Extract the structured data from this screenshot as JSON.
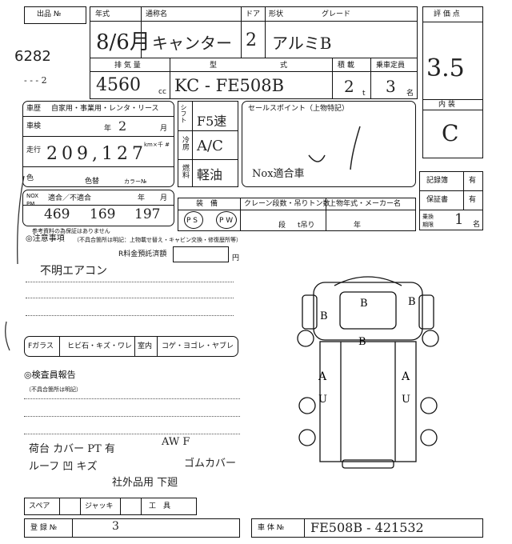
{
  "header": {
    "lot_label": "出品 №",
    "lot_number": "6282",
    "corner_note": "- - - 2",
    "year_label": "年式",
    "year_value": "8/6月",
    "name_label": "通称名",
    "name_value": "キャンター",
    "door_label": "ドア",
    "door_value": "2",
    "shape_label": "形状",
    "shape_value": "アルミB",
    "grade_label": "グレード",
    "displacement_label": "排 気 量",
    "displacement_value": "4560",
    "cc_unit": "cc",
    "model_label": "型",
    "formula_label": "式",
    "model_value": "KC - FE508B",
    "load_label": "積  載",
    "load_value": "2",
    "ton_unit": "t",
    "capacity_label": "乗車定員",
    "capacity_value": "3",
    "persons_unit": "名"
  },
  "rating": {
    "score_label": "評 価 点",
    "score_value": "3.5",
    "interior_label": "内  装",
    "interior_value": "C"
  },
  "vehicle": {
    "usage_label": "車歴",
    "usage_options": "自家用・事業用・レンタ・リース",
    "inspection_label": "車検",
    "inspection_year_unit": "年",
    "inspection_month_unit": "月",
    "inspection_value": "2",
    "mileage_label": "走行",
    "mileage_value": "209,127",
    "mileage_unit": "km",
    "mileage_option": "×千 #",
    "color_label": "色",
    "color_no_label": "色替",
    "color_code_label": "カラー№",
    "shift_label": "シフト",
    "shift_value": "F5速",
    "aircon_label": "冷房",
    "aircon_value": "A/C",
    "fuel_label": "燃料",
    "fuel_value": "軽油",
    "sales_label": "セールスポイント（上物特記）",
    "sales_value": "Nox適合車",
    "nox_label": "NOX PM",
    "nox_options": "適合／不適合",
    "nox_year_label": "年",
    "nox_month_label": "月",
    "nox_values": [
      "469",
      "169",
      "197"
    ],
    "reference_note": "参考資料の為保証はありません"
  },
  "records": {
    "record_label": "記録簿",
    "record_value": "有",
    "warranty_label": "保証書",
    "warranty_value": "有",
    "owner_label": "乗換期限",
    "owner_value": "1",
    "owner_unit": "名"
  },
  "equipment": {
    "equip_label": "装　備",
    "crane_label": "クレーン段数・吊りトン数",
    "crane_steps_unit": "段",
    "crane_ton_unit": "t吊り",
    "body_label": "上物年式・メーカー名",
    "body_year_unit": "年",
    "ps_label": "P S",
    "pw_label": "P W"
  },
  "notes": {
    "caution_label": "◎注意事項",
    "caution_sub": "（不具合箇所は明記：上物載せ替え・キャビン交換・修復歴所等）",
    "recycle_label": "R料金預託済額",
    "yen_unit": "円",
    "caution_value": "不明エアコン"
  },
  "glass": {
    "f_glass_label": "Fガラス",
    "chip_label": "ヒビ石・キズ・ワレ",
    "interior_label": "室内",
    "dirt_label": "コゲ・ヨゴレ・ヤブレ"
  },
  "inspector": {
    "report_label": "◎検査員報告",
    "report_sub": "（不具合箇所は明記）",
    "lines": [
      "荷台 カバー  PT 有",
      "AW F",
      "ルーフ 凹 キズ",
      "ゴムカバー",
      "社外品用  下廻"
    ]
  },
  "diagram": {
    "marks": [
      "B",
      "B",
      "B",
      "B",
      "A",
      "A",
      "U",
      "U"
    ]
  },
  "footer": {
    "spare_label": "スペア",
    "jack_label": "ジャッキ",
    "tools_label": "工　具",
    "reg_label": "登 録 №",
    "reg_value": "3",
    "chassis_label": "車 体 №",
    "chassis_value": "FE508B - 421532"
  }
}
